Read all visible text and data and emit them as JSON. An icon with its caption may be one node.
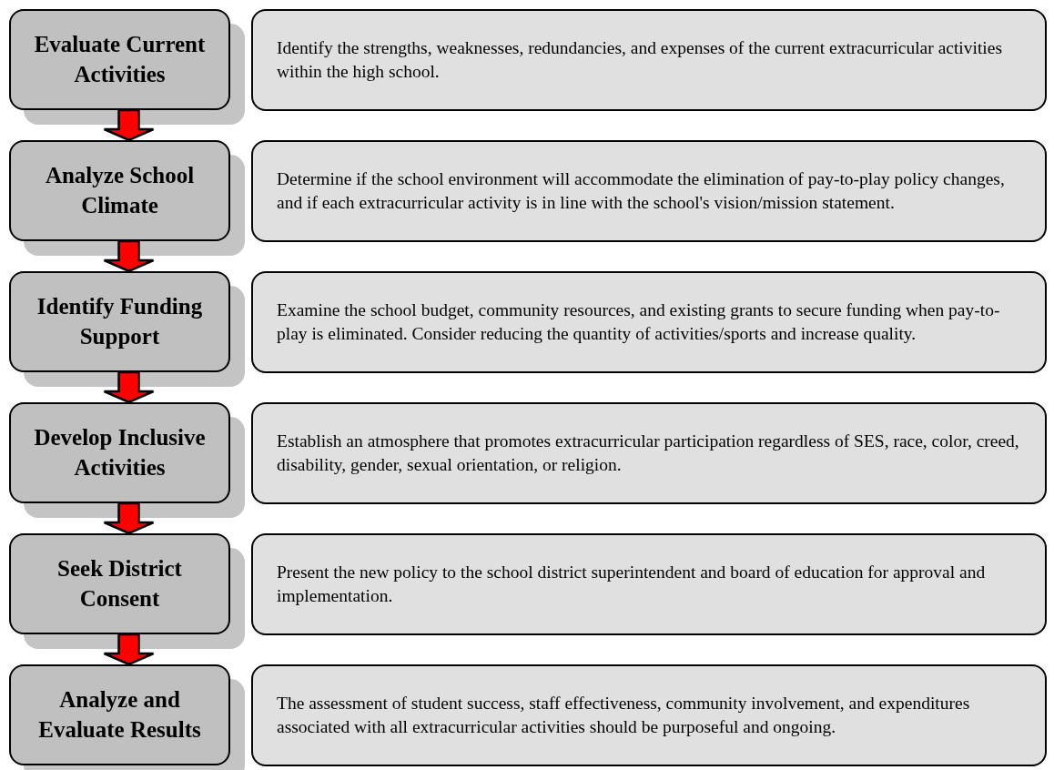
{
  "diagram": {
    "nodes": [
      {
        "text": [
          "Evaluate Current Activities"
        ]
      },
      {
        "text": [
          "Identify the strengths, weaknesses, redundancies, and expenses of the current extracurricular activities within the high school."
        ]
      },
      {
        "text": [
          "Analyze School Climate"
        ]
      },
      {
        "text": [
          "Determine if the school environment will accommodate the elimination of pay-to-play policy changes, and if each extracurricular activity is in line with the school's vision/mission statement."
        ]
      },
      {
        "text": [
          "Identify Funding Support"
        ]
      },
      {
        "text": [
          "Examine the school budget, community resources, and existing grants to secure funding when pay-to-play is eliminated. Consider reducing the quantity of activities/sports and increase quality."
        ]
      },
      {
        "text": [
          "Develop Inclusive Activities"
        ]
      },
      {
        "text": [
          "Establish an atmosphere that promotes extracurricular participation regardless of SES, race, color, creed, disability, gender, sexual orientation, or religion."
        ]
      },
      {
        "text": [
          "Seek District Consent"
        ]
      },
      {
        "text": [
          "Present the new policy to the school district superintendent and board of education for approval and implementation."
        ]
      },
      {
        "text": [
          "Analyze and Evaluate Results"
        ]
      },
      {
        "text": [
          "The assessment of student success, staff effectiveness, community involvement, and expenditures associated with all extracurricular activities should be purposeful and ongoing."
        ]
      }
    ],
    "edges": [
      {
        "from": 0,
        "to": 2,
        "arrow": "to"
      },
      {
        "from": 2,
        "to": 4,
        "arrow": "to"
      },
      {
        "from": 4,
        "to": 6,
        "arrow": "to"
      },
      {
        "from": 6,
        "to": 8,
        "arrow": "to"
      },
      {
        "from": 8,
        "to": 10,
        "arrow": "to"
      }
    ]
  }
}
